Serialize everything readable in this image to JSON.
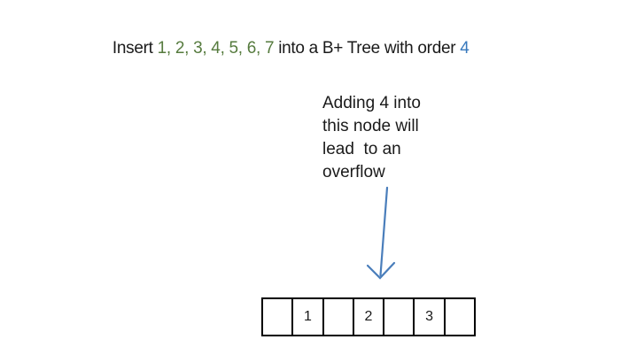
{
  "title": {
    "full_text": "Insert 1, 2, 3, 4, 5, 6, 7 into a B+ Tree with order 4",
    "segments": [
      {
        "text": "Insert ",
        "color": "#1A1A1A"
      },
      {
        "text": "1, 2, 3, 4, 5, 6, 7",
        "color": "#567B3E"
      },
      {
        "text": " into a B+ Tree with order ",
        "color": "#1A1A1A"
      },
      {
        "text": "4",
        "color": "#3879BD"
      }
    ]
  },
  "annotation": {
    "lines": [
      "Adding 4 into",
      "this node will",
      "lead  to an",
      "overflow"
    ],
    "color": "#1A1A1A"
  },
  "arrow": {
    "semantic": "down-arrow-icon",
    "color": "#4A7EBB"
  },
  "node": {
    "description": "B+ tree leaf node with alternating pointer and key slots",
    "cells": [
      "",
      "1",
      "",
      "2",
      "",
      "3",
      ""
    ],
    "border_color": "#000000"
  },
  "canvas": {
    "background": "#FFFFFF"
  }
}
